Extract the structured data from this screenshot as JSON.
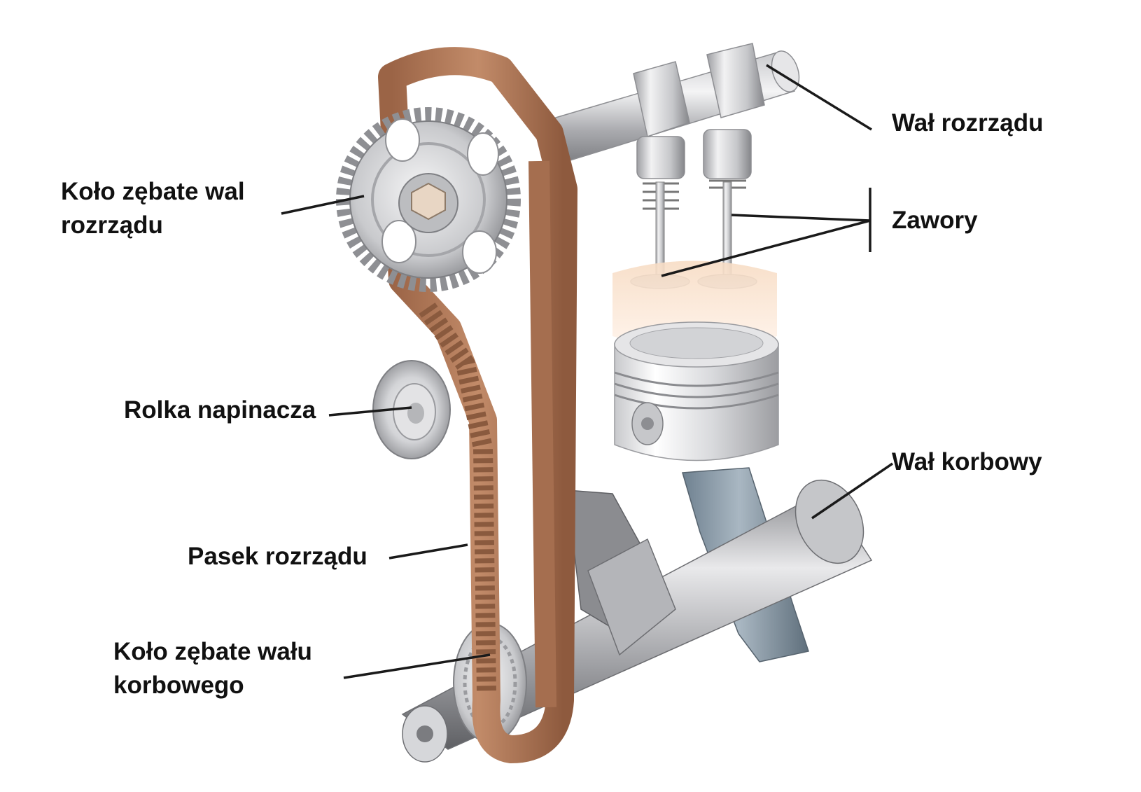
{
  "labels": {
    "camshaft": "Wał rozrządu",
    "valves": "Zawory",
    "camshaft_gear": [
      "Koło zębate wal",
      "rozrządu"
    ],
    "tensioner": "Rolka napinacza",
    "crankshaft": "Wał korbowy",
    "timing_belt": "Pasek rozrządu",
    "crankshaft_gear": [
      "Koło zębate wału",
      "korbowego"
    ]
  },
  "colors": {
    "belt": "#b07a5a",
    "belt_dark": "#8a5a3e",
    "metal_light": "#e8e8ea",
    "metal_mid": "#b8b9bd",
    "metal_dark": "#7d7f85",
    "conrod": "#8fa0ad",
    "leader_line": "#1a1a1a",
    "text": "#111111"
  }
}
